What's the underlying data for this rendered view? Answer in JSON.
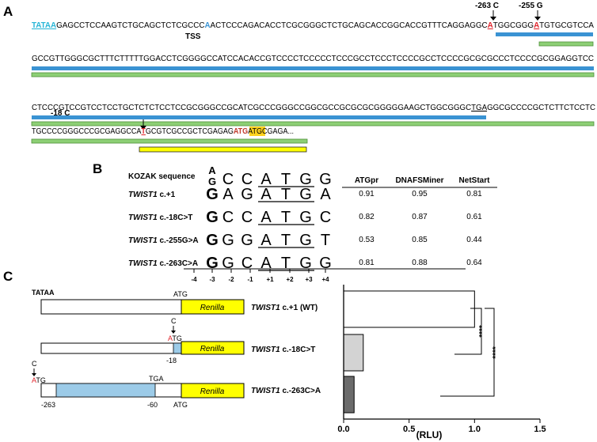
{
  "colors": {
    "blue": "#3a93d3",
    "cyan": "#26b5d6",
    "green": "#8dcf75",
    "red": "#e0242b",
    "yellow": "#ffff00",
    "lightblue": "#9ccbe8"
  },
  "panelA": {
    "label": "A",
    "line1": {
      "tataa": "TATAA",
      "pre": "GAGCCTCCAAGTCTGCAGCTCTCGCCC",
      "tssA": "A",
      "mid": "ACTCCCAGACACCTCGCGGGCTCTGCAGCACCGGCACCGTTTCAGGAGGC",
      "mutA": "A",
      "mid2": "TGGCGGG",
      "mutB": "A",
      "post": "TGTGCGTCCA"
    },
    "tss": "TSS",
    "mut263": "-263 C",
    "mut255": "-255 G",
    "line2": "GCCGTTGGGCGCTTTCTTTTTGGACCTCGGGGCCATCCACACCGTCCCCTCCCCCTCCCGCCTCCCTCCCCGCCTCCCCGCGCGCCCTCCCCGCGGAGGTCC",
    "line3": {
      "pre": "CTCCCGTCCGTCCTCCTGCTCTCTCCTCCGCGGGCCGCATCGCCCGGGCCGGCGCCGCGCGCGGGGGAAGCTGGCGGGC",
      "tga": "TGA",
      "post": "GGCGCCCCGCTCTTCTCCTC"
    },
    "line4": {
      "pre": "TGCCCCGGGCCCGCGAGGCCA",
      "mutT": "T",
      "mid": "GCGTCGCCGCTCGAGAG",
      "atg": "ATG",
      "post": "ATGCGAGA..."
    },
    "mut18": "-18 C"
  },
  "panelB": {
    "label": "B",
    "kozak_label": "KOZAK sequence",
    "kozak": {
      "top": "A",
      "bottom": "G",
      "bases": [
        "C",
        "C",
        "A",
        "T",
        "G",
        "G"
      ]
    },
    "headers": [
      "ATGpr",
      "DNAFSMiner",
      "NetStart"
    ],
    "rows": [
      {
        "gene": "TWIST1",
        "variant": " c.+1",
        "bases": [
          "G",
          "A",
          "G",
          "A",
          "T",
          "G",
          "A"
        ],
        "scores": [
          "0.91",
          "0.95",
          "0.81"
        ]
      },
      {
        "gene": "TWIST1",
        "variant": " c.-18C>T",
        "bases": [
          "G",
          "C",
          "C",
          "A",
          "T",
          "G",
          "C"
        ],
        "scores": [
          "0.82",
          "0.87",
          "0.61"
        ]
      },
      {
        "gene": "TWIST1",
        "variant": " c.-255G>A",
        "bases": [
          "G",
          "G",
          "G",
          "A",
          "T",
          "G",
          "T"
        ],
        "scores": [
          "0.53",
          "0.85",
          "0.44"
        ]
      },
      {
        "gene": "TWIST1",
        "variant": " c.-263C>A",
        "bases": [
          "G",
          "G",
          "C",
          "A",
          "T",
          "G",
          "G"
        ],
        "scores": [
          "0.81",
          "0.88",
          "0.64"
        ]
      }
    ],
    "positions": [
      "-4",
      "-3",
      "-2",
      "-1",
      "+1",
      "+2",
      "+3",
      "+4"
    ]
  },
  "panelC": {
    "label": "C",
    "tataa": "TATAA",
    "atg": "ATG",
    "renilla": "Renilla",
    "c": "C",
    "a": "A",
    "tg": "TG",
    "tga": "TGA",
    "p18": "-18",
    "p263": "-263",
    "p60": "-60",
    "constructs": [
      {
        "gene": "TWIST1",
        "variant": " c.+1 (WT)"
      },
      {
        "gene": "TWIST1",
        "variant": " c.-18C>T"
      },
      {
        "gene": "TWIST1",
        "variant": " c.-263C>A"
      }
    ],
    "sig": "****"
  },
  "chart_data": {
    "type": "bar",
    "orientation": "horizontal",
    "categories": [
      "TWIST1 c.+1 (WT)",
      "TWIST1 c.-18C>T",
      "TWIST1 c.-263C>A"
    ],
    "values": [
      1.0,
      0.15,
      0.08
    ],
    "bar_colors": [
      "#ffffff",
      "#d3d3d3",
      "#6b6b6b"
    ],
    "xlabel": "(RLU)",
    "xlim": [
      0,
      1.5
    ],
    "ticks": [
      "0.0",
      "0.5",
      "1.0",
      "1.5"
    ],
    "tick_values": [
      0,
      0.5,
      1.0,
      1.5
    ],
    "grid": false
  }
}
